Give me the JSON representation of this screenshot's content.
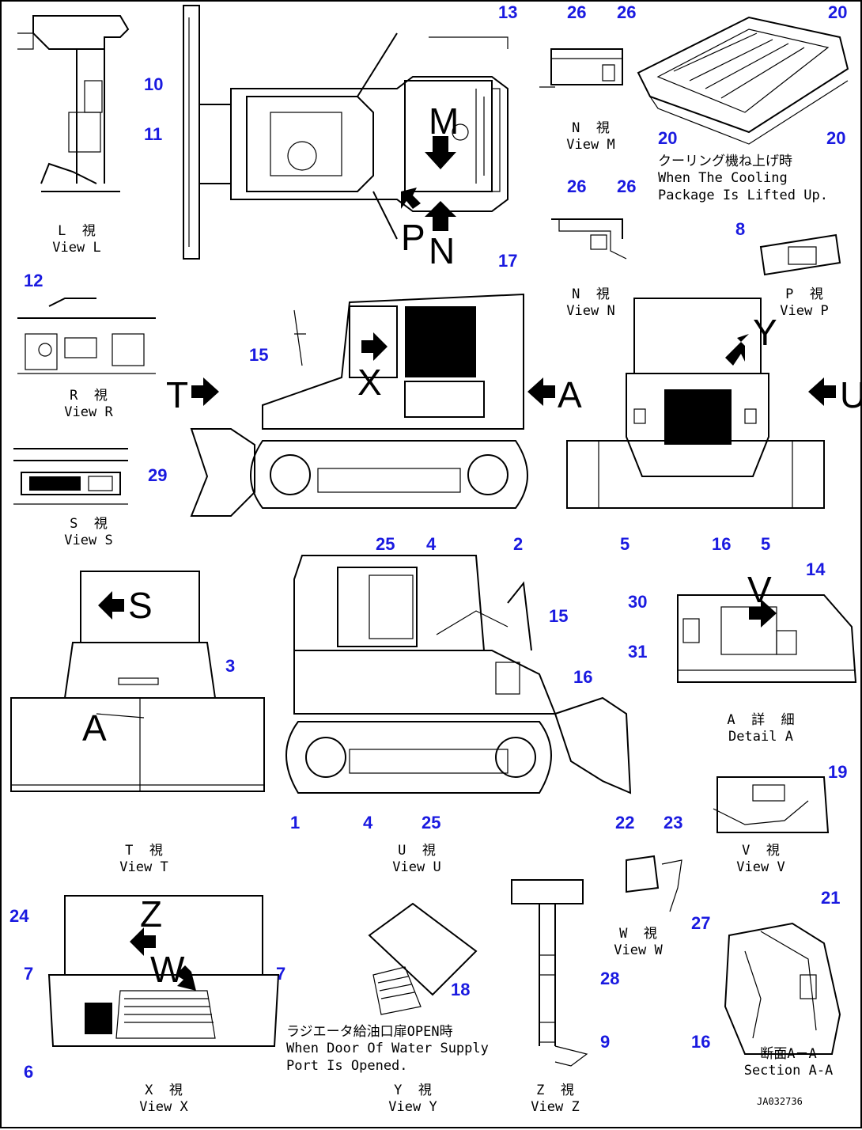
{
  "callouts": {
    "c10": "10",
    "c11": "11",
    "c13": "13",
    "c26a": "26",
    "c26b": "26",
    "c20a": "20",
    "c20b": "20",
    "c20c": "20",
    "c26c": "26",
    "c26d": "26",
    "c17": "17",
    "c8": "8",
    "c12": "12",
    "c15a": "15",
    "c29": "29",
    "c25a": "25",
    "c4a": "4",
    "c2": "2",
    "c5a": "5",
    "c16a": "16",
    "c5b": "5",
    "c3": "3",
    "c15b": "15",
    "c16b": "16",
    "c14": "14",
    "c30": "30",
    "c31": "31",
    "c1": "1",
    "c4b": "4",
    "c25b": "25",
    "c19": "19",
    "c22": "22",
    "c23": "23",
    "c24": "24",
    "c7a": "7",
    "c7b": "7",
    "c6": "6",
    "c18": "18",
    "c28": "28",
    "c9": "9",
    "c27": "27",
    "c21": "21",
    "c16c": "16"
  },
  "letters": {
    "M": "M",
    "N": "N",
    "P": "P",
    "L": "L",
    "R": "R",
    "X": "X",
    "T": "T",
    "A": "A",
    "U": "U",
    "Y": "Y",
    "S": "S",
    "A2": "A",
    "V": "V",
    "Z": "Z",
    "W": "W"
  },
  "captions": {
    "viewL": "L  視\nView L",
    "viewM": "N  視\nView M",
    "cooling": "クーリング機ね上げ時\nWhen The Cooling\nPackage Is Lifted Up.",
    "viewN": "N  視\nView N",
    "viewP": "P  視\nView P",
    "viewR": "R  視\nView R",
    "viewS": "S  視\nView S",
    "detailA": "A  詳  細\nDetail A",
    "viewT": "T  視\nView T",
    "viewU": "U  視\nView U",
    "viewV": "V  視\nView V",
    "viewW": "W  視\nView W",
    "water": "ラジエータ給油口扉OPEN時\nWhen Door Of Water Supply\nPort Is Opened.",
    "viewX": "X  視\nView X",
    "viewY": "Y  視\nView Y",
    "viewZ": "Z  視\nView Z",
    "sectionAA": "断面A－A\nSection A-A"
  },
  "drawing_code": "JA032736",
  "colors": {
    "callout": "#1a1ae0",
    "line": "#000000",
    "background": "#ffffff"
  }
}
